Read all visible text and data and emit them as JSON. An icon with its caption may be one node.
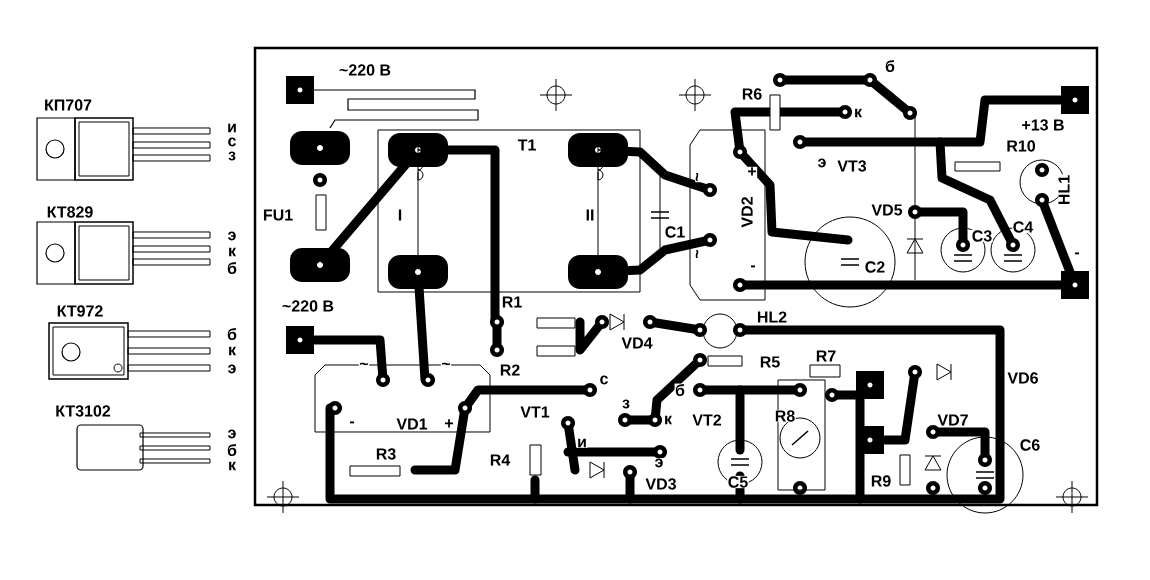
{
  "diagram": {
    "labels": [
      "КП707",
      "и",
      "с",
      "з",
      "КТ829",
      "э",
      "к",
      "б",
      "КТ972",
      "б",
      "к",
      "э",
      "КТ3102",
      "э",
      "б",
      "к",
      "~220 В",
      "б",
      "R6",
      "к",
      "+13 В",
      "T1",
      "э",
      "VT3",
      "R10",
      "FU1",
      "I",
      "II",
      "VD2",
      "HL1",
      "C1",
      "VD5",
      "C3",
      "C4",
      "C2",
      "-",
      "~",
      "+",
      "~",
      "-",
      "~220 В",
      "R1",
      "HL2",
      "VD4",
      "R2",
      "R5",
      "R7",
      "VD6",
      "~",
      "~",
      "с",
      "б",
      "-",
      "VD1",
      "+",
      "VT1",
      "з",
      "к",
      "VT2",
      "R8",
      "VD7",
      "и",
      "C6",
      "R4",
      "R3",
      "э",
      "VD3",
      "C5",
      "R9"
    ]
  }
}
